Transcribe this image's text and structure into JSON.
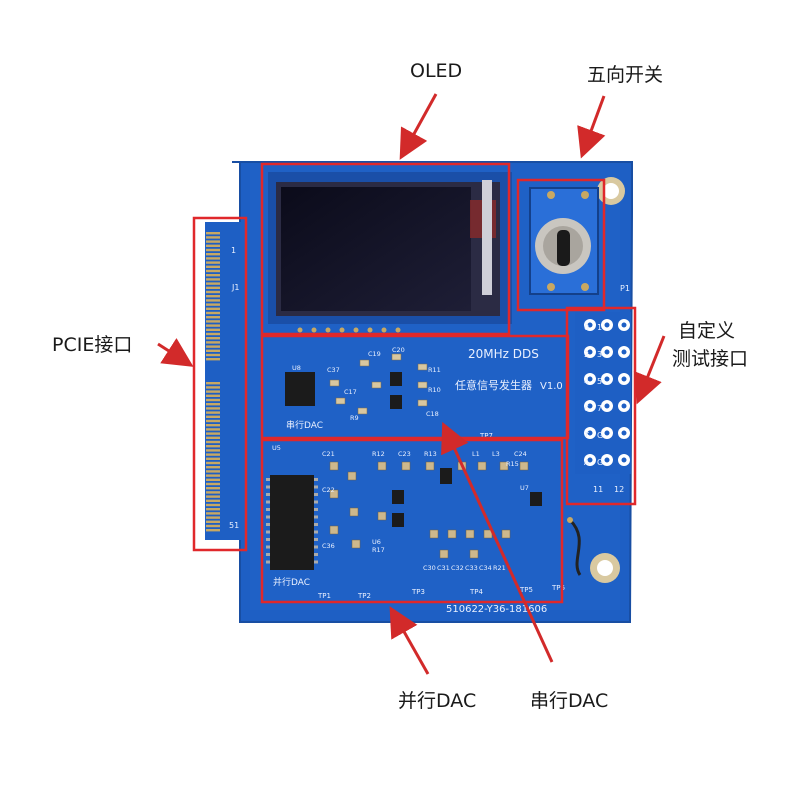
{
  "callouts": {
    "oled": "OLED",
    "joystick": "五向开关",
    "pcie": "PCIE接口",
    "custom_test_line1": "自定义",
    "custom_test_line2": "测试接口",
    "parallel_dac": "并行DAC",
    "serial_dac": "串行DAC"
  },
  "board": {
    "title_line1": "20MHz DDS",
    "title_line2": "任意信号发生器",
    "version": "V1.0",
    "serial_dac_label": "串行DAC",
    "parallel_dac_label": "并行DAC",
    "part_number": "510622-Y36-181606",
    "connector_label": "J1",
    "pin_label_top": "1",
    "pin_label_bottom": "51",
    "header_label": "P1",
    "header_col_11": "11",
    "header_col_12": "12",
    "tp_labels": [
      "TP1",
      "TP2",
      "TP3",
      "TP4",
      "TP5",
      "TP6",
      "TP7"
    ],
    "component_labels": [
      "U8",
      "C37",
      "C19",
      "C20",
      "R11",
      "R10",
      "C17",
      "C18",
      "R9",
      "U5",
      "C21",
      "C22",
      "C36",
      "R17",
      "U6",
      "C30",
      "C31",
      "C32",
      "C33",
      "C34",
      "R21",
      "U7",
      "L1",
      "L3",
      "C24",
      "R15",
      "R12",
      "C23",
      "R13"
    ],
    "header_pin_labels": [
      "0",
      "1",
      "2",
      "3",
      "4",
      "5",
      "6",
      "7",
      "T",
      "G",
      "A",
      "G"
    ]
  },
  "colors": {
    "pcb": "#1e5fc4",
    "pcb_dark": "#184ea3",
    "highlight_box": "#e0282b",
    "arrow": "#d22a2a",
    "gold": "#c8a862",
    "silkscreen": "#e9f0ff"
  }
}
